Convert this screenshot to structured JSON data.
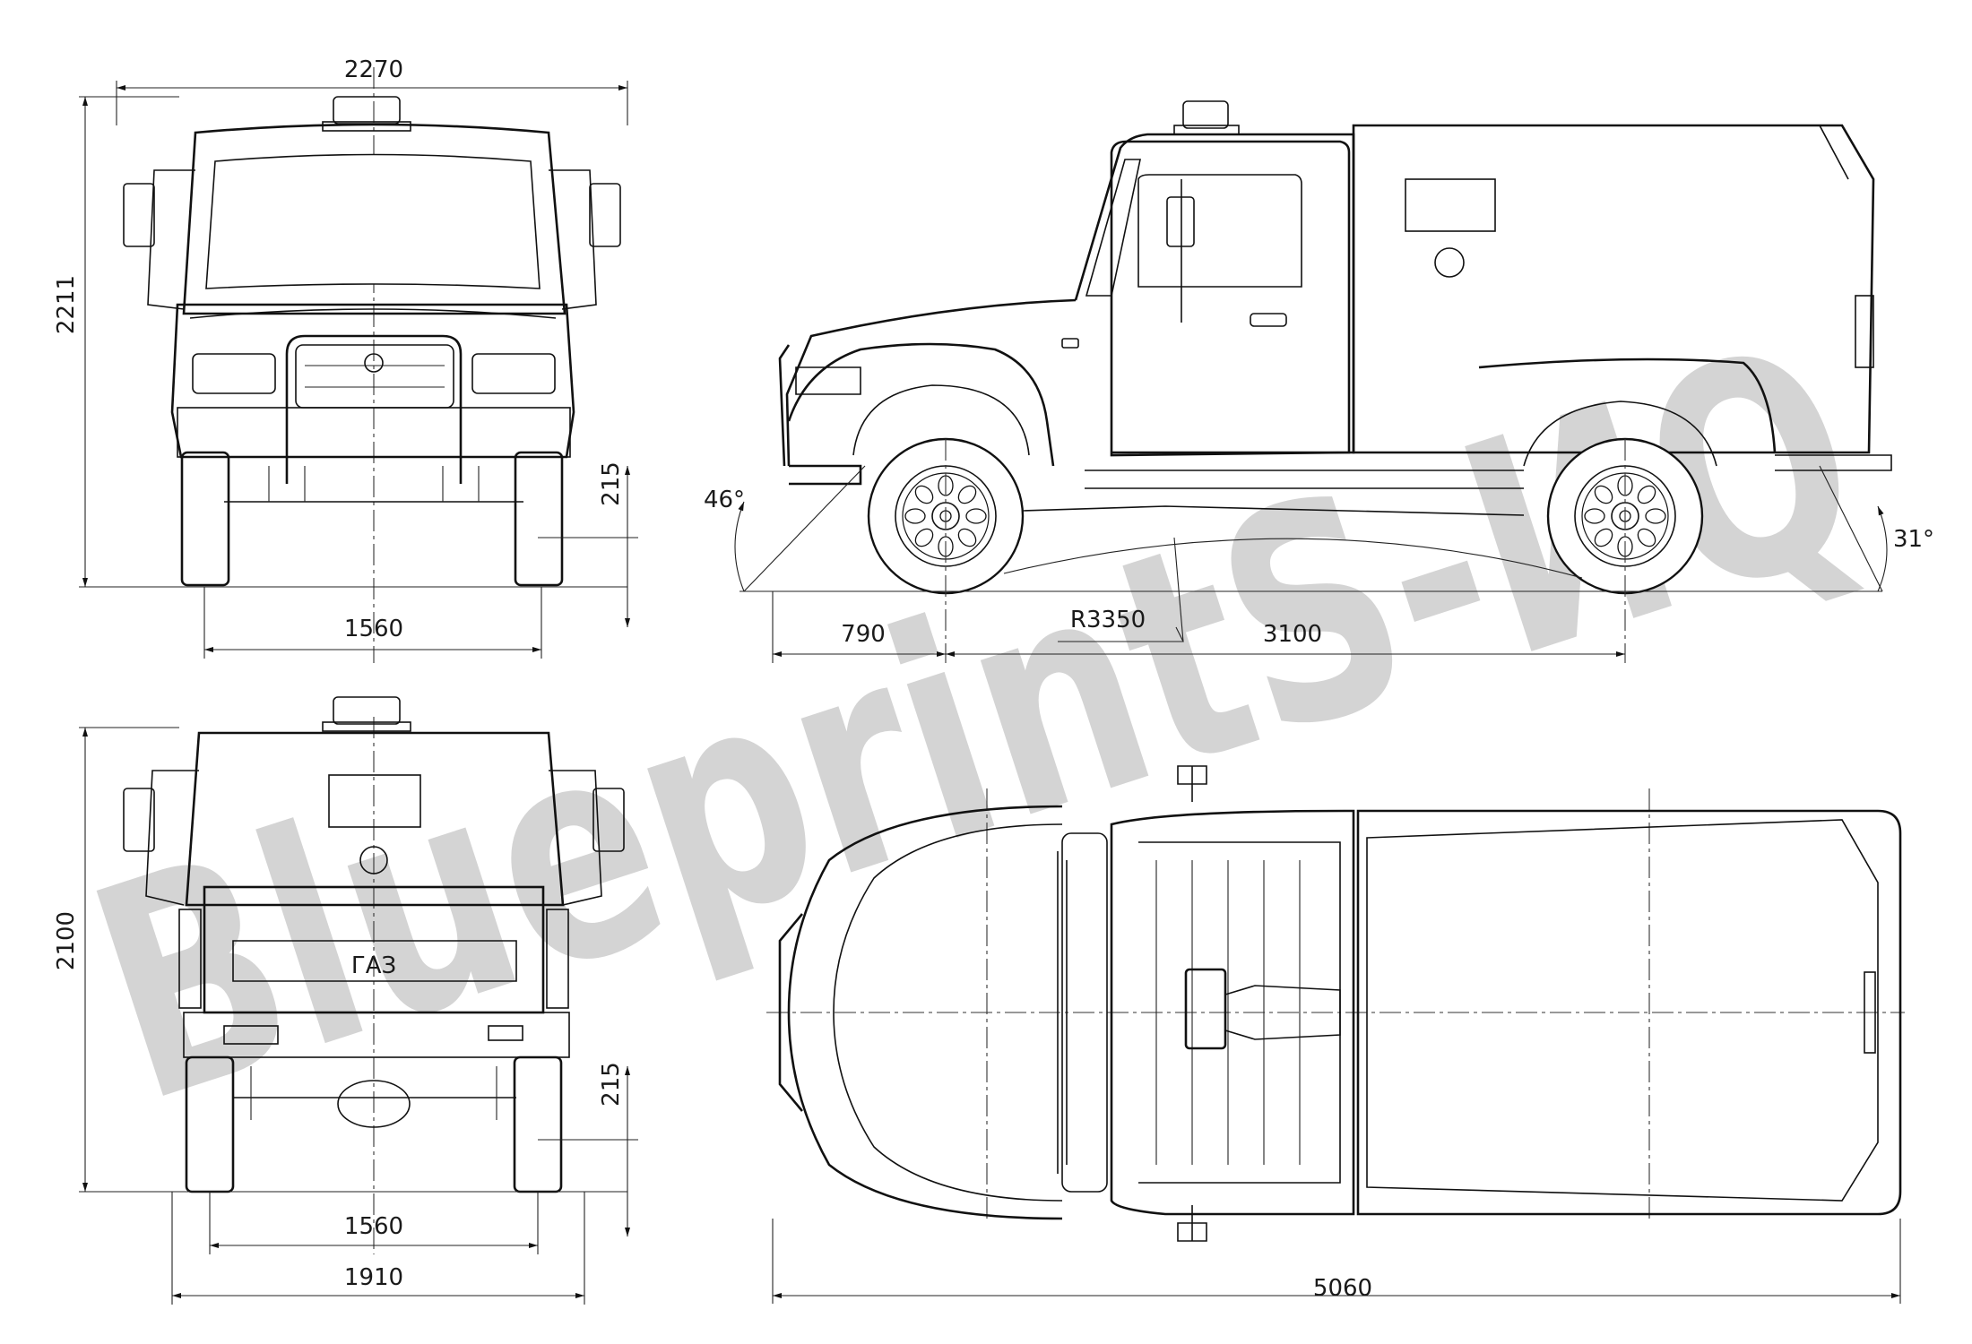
{
  "watermark": {
    "text": "BlueprintS-ИQ",
    "color": "#c8c8c8"
  },
  "tailgate_badge": {
    "text": "ГАЗ"
  },
  "front_view": {
    "width": "2270",
    "height": "2211",
    "ground_clearance": "215",
    "track": "1560"
  },
  "side_view": {
    "approach_angle": "46°",
    "departure_angle": "31°",
    "front_overhang": "790",
    "ramp_radius": "R3350",
    "wheelbase": "3100"
  },
  "rear_view": {
    "height": "2100",
    "ground_clearance": "215",
    "track": "1560",
    "width": "1910"
  },
  "top_view": {
    "length": "5060"
  }
}
